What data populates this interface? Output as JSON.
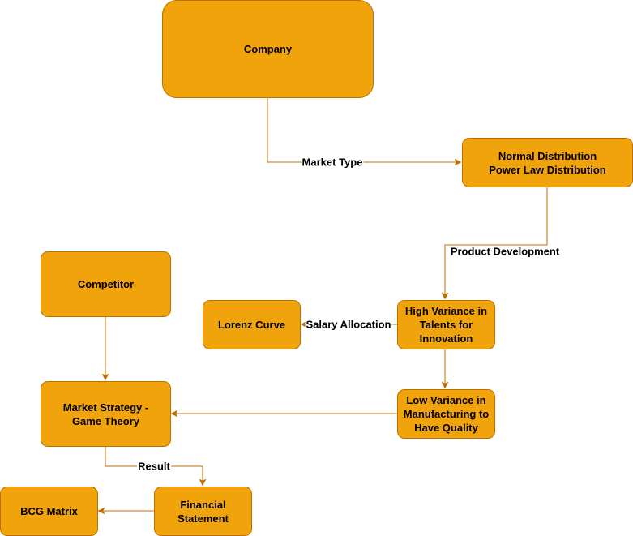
{
  "colors": {
    "node_fill": "#f0a30a",
    "node_stroke": "#bd7000",
    "edge_stroke": "#bd7000",
    "text": "#000000",
    "background": "#ffffff"
  },
  "nodes": {
    "company": "Company",
    "distribution": "Normal Distribution\nPower Law Distribution",
    "competitor": "Competitor",
    "lorenz": "Lorenz Curve",
    "high_variance": "High Variance in\nTalents for\nInnovation",
    "low_variance": "Low Variance in\nManufacturing to\nHave Quality",
    "market_strategy": "Market Strategy -\nGame Theory",
    "financial": "Financial\nStatement",
    "bcg": "BCG Matrix"
  },
  "edges": {
    "market_type": "Market Type",
    "product_development": "Product Development",
    "salary_allocation": "Salary Allocation",
    "result": "Result"
  }
}
